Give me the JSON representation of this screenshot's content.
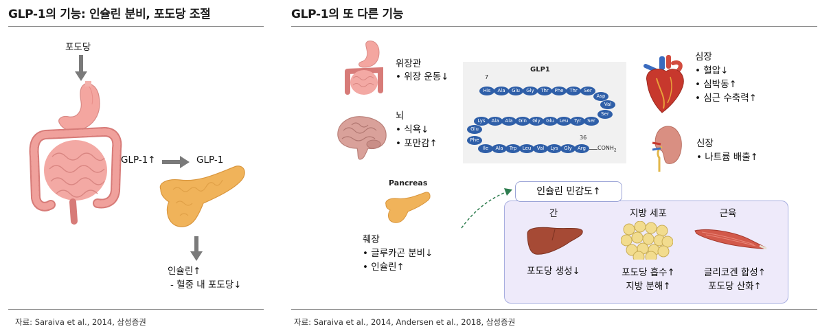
{
  "left": {
    "title": "GLP-1의 기능: 인슐린 분비, 포도당 조절",
    "glucose_label": "포도당",
    "glp1_up_label": "GLP-1↑",
    "glp1_label": "GLP-1",
    "insulin_line1": "인슐린↑",
    "insulin_line2": "- 혈중 내 포도당↓",
    "source": "자료: Saraiva et al., 2014, 삼성증권"
  },
  "right": {
    "title": "GLP-1의 또 다른 기능",
    "gi_title": "위장관",
    "gi_item": "• 위장 운동↓",
    "brain_title": "뇌",
    "brain_item1": "• 식욕↓",
    "brain_item2": "• 포만감↑",
    "pancreas_en": "Pancreas",
    "pancreas_title": "췌장",
    "pancreas_item1": "• 글루카곤 분비↓",
    "pancreas_item2": "• 인슐린↑",
    "heart_title": "심장",
    "heart_item1": "• 혈압↓",
    "heart_item2": "• 심박동↑",
    "heart_item3": "• 심근 수축력↑",
    "kidney_title": "신장",
    "kidney_item1": "• 나트륨 배출↑",
    "insulin_sensitivity": "인슐린 민감도↑",
    "liver_title": "간",
    "liver_item": "포도당 생성↓",
    "fat_title": "지방 세포",
    "fat_item1": "포도당 흡수↑",
    "fat_item2": "지방 분해↑",
    "muscle_title": "근육",
    "muscle_item1": "글리코겐 합성↑",
    "muscle_item2": "포도당 산화↑",
    "source": "자료: Saraiva et al., 2014, Andersen et al., 2018, 삼성증권",
    "glp1_diagram": {
      "title": "GLP1",
      "start_num": "7",
      "end_num": "36",
      "end_group": "CONH",
      "end_sub": "2",
      "row1": [
        "His",
        "Ala",
        "Glu",
        "Gly",
        "Thr",
        "Phe",
        "Thr",
        "Ser"
      ],
      "turn1": [
        "Asp",
        "Val",
        "Ser"
      ],
      "row2": [
        "Ser",
        "Tyr",
        "Leu",
        "Glu",
        "Gly",
        "Gln",
        "Ala",
        "Ala",
        "Lys"
      ],
      "turn2": [
        "Glu",
        "Phe"
      ],
      "row3": [
        "Ile",
        "Ala",
        "Trp",
        "Leu",
        "Val",
        "Lys",
        "Gly",
        "Arg"
      ]
    }
  },
  "colors": {
    "arrow_gray": "#7a7a7a",
    "bead_blue": "#2f5fa8",
    "panel_fill": "#eeeafa",
    "panel_border": "#a7aee0",
    "dashed_arrow": "#2e7d4f"
  }
}
